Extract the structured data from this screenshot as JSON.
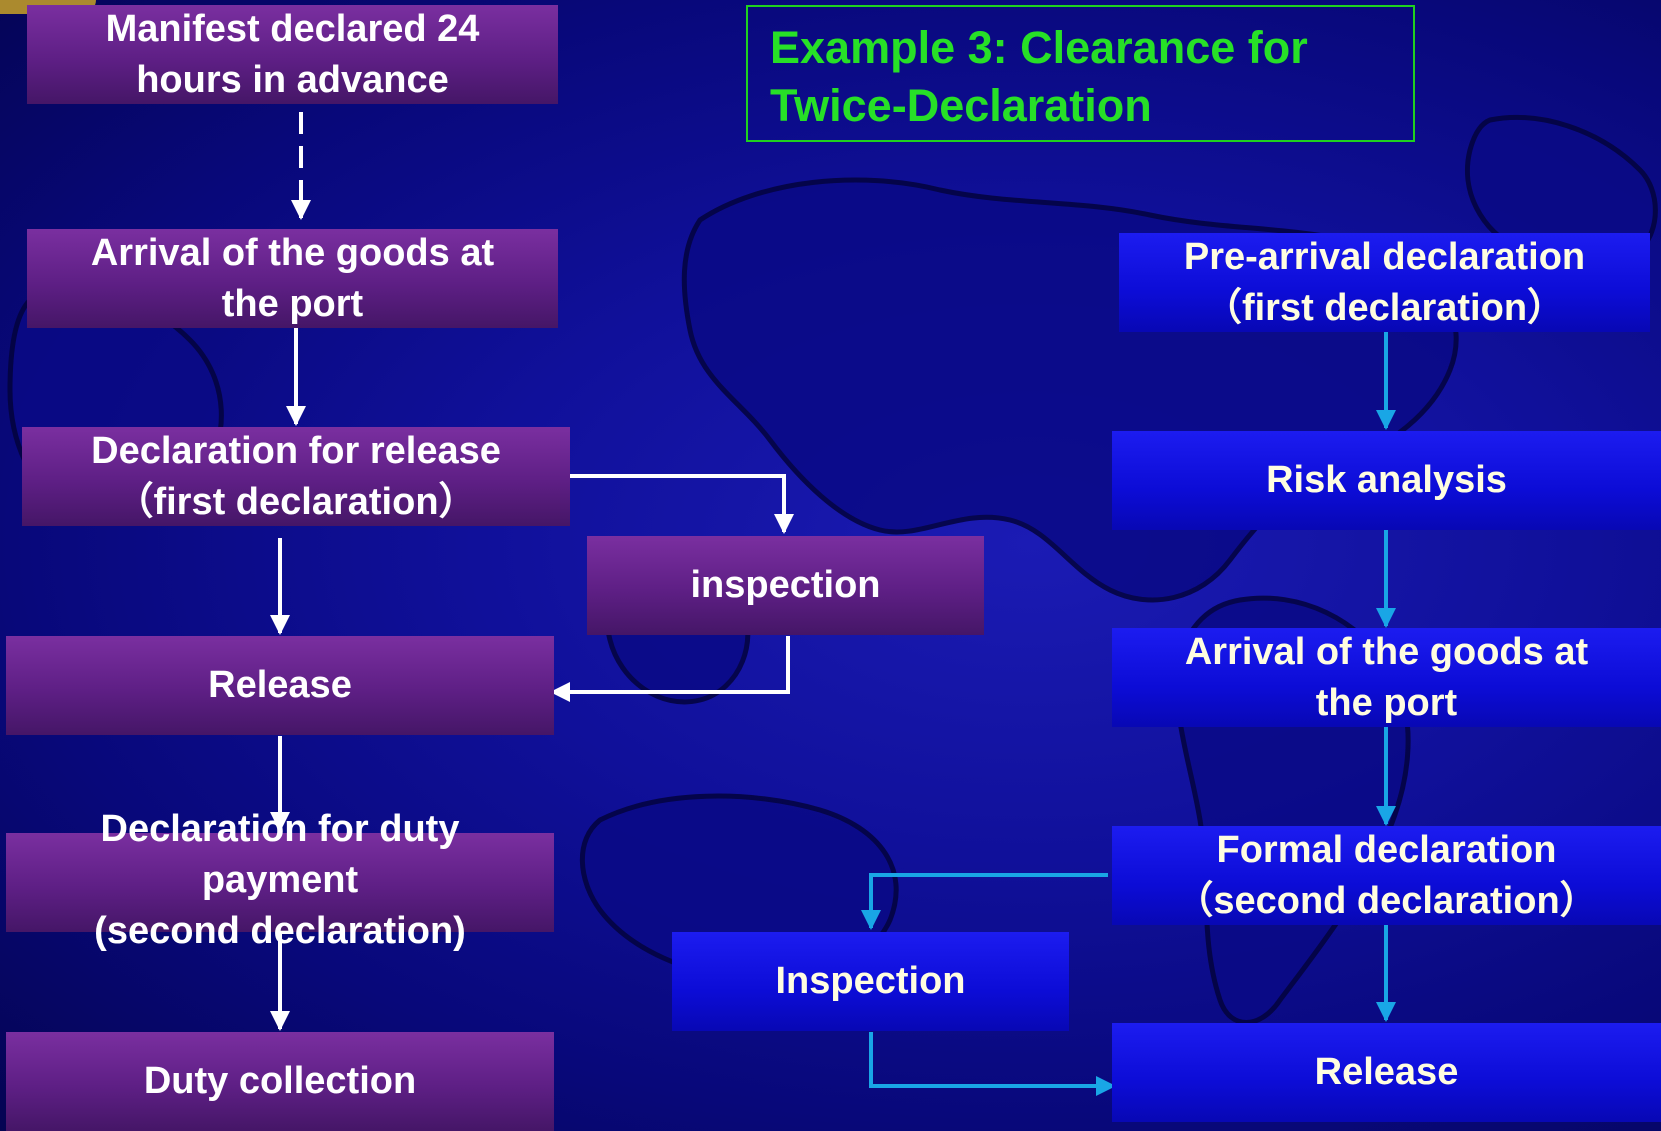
{
  "title": {
    "line1": "Example 3:  Clearance for",
    "line2": "Twice-Declaration"
  },
  "left_flow": {
    "manifest": {
      "line1": "Manifest declared 24",
      "line2": "hours in advance"
    },
    "arrival": {
      "line1": "Arrival of the goods at",
      "line2": "the port"
    },
    "declaration_release": {
      "line1": "Declaration for release",
      "line2": "（first declaration）"
    },
    "inspection": "inspection",
    "release": "Release",
    "declaration_duty": {
      "line1": "Declaration for duty",
      "line2": "payment",
      "line3": "(second declaration)"
    },
    "duty_collection": "Duty collection"
  },
  "right_flow": {
    "pre_arrival": {
      "line1": "Pre-arrival declaration",
      "line2": "（first declaration）"
    },
    "risk_analysis": "Risk analysis",
    "arrival": {
      "line1": "Arrival of the goods at",
      "line2": "the port"
    },
    "formal_declaration": {
      "line1": "Formal declaration",
      "line2": "（second declaration）"
    },
    "inspection": "Inspection",
    "release": "Release"
  },
  "colors": {
    "background": "#10109a",
    "left_box": "#5e1f85",
    "right_box": "#0c0cd6",
    "title_text": "#27e027",
    "title_border": "#1fd11f",
    "left_arrow": "#ffffff",
    "right_arrow": "#19a6e6"
  }
}
